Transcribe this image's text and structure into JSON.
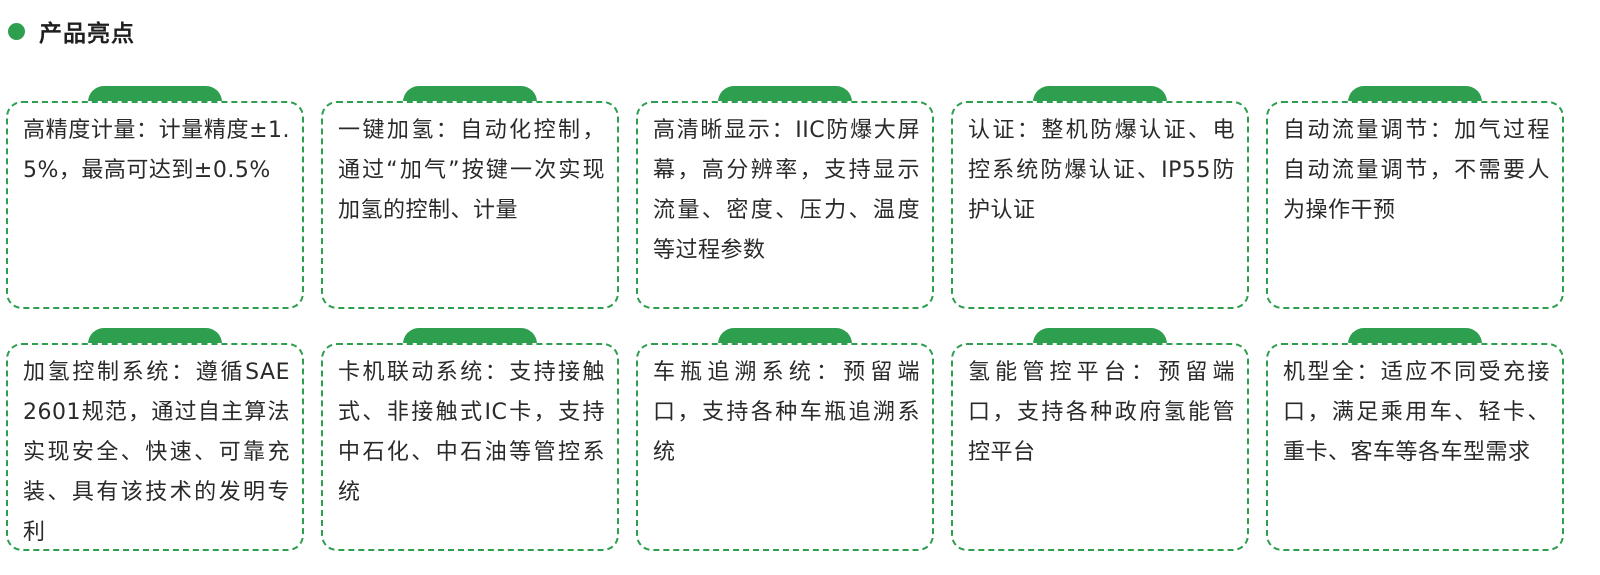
{
  "section": {
    "title": "产品亮点",
    "accent_color": "#2e9e4f"
  },
  "cards": [
    {
      "text": "高精度计量：计量精度±1.5%，最高可达到±0.5%"
    },
    {
      "text": "一键加氢：自动化控制，通过“加气”按键一次实现加氢的控制、计量"
    },
    {
      "text": "高清晰显示：IIC防爆大屏幕，高分辨率，支持显示流量、密度、压力、温度等过程参数"
    },
    {
      "text": "认证：整机防爆认证、电控系统防爆认证、IP55防护认证"
    },
    {
      "text": "自动流量调节：加气过程自动流量调节，不需要人为操作干预"
    },
    {
      "text": "加氢控制系统：遵循SAE 2601规范，通过自主算法实现安全、快速、可靠充装、具有该技术的发明专利"
    },
    {
      "text": "卡机联动系统：支持接触式、非接触式IC卡，支持中石化、中石油等管控系统"
    },
    {
      "text": "车瓶追溯系统：预留端口，支持各种车瓶追溯系统"
    },
    {
      "text": "氢能管控平台：预留端口，支持各种政府氢能管控平台"
    },
    {
      "text": "机型全：适应不同受充接口，满足乘用车、轻卡、重卡、客车等各车型需求"
    }
  ]
}
